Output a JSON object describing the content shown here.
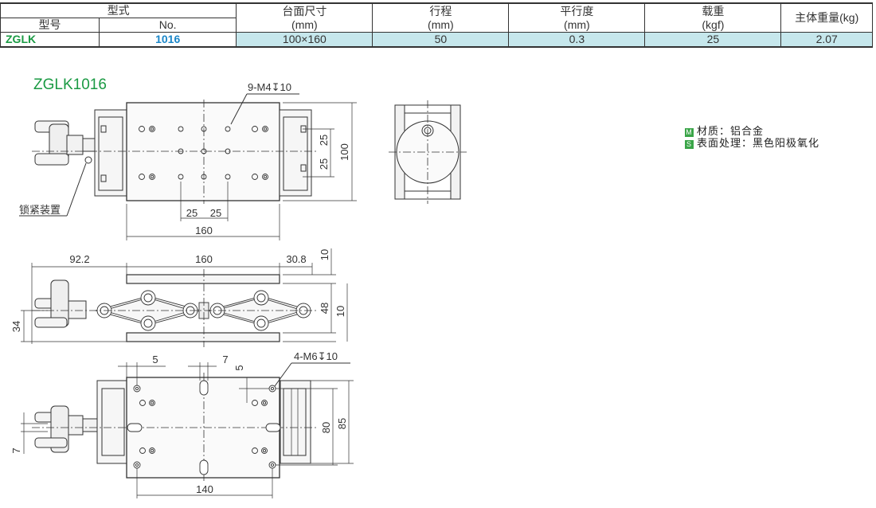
{
  "table": {
    "headers": {
      "type_group": "型式",
      "model": "型号",
      "no": "No.",
      "table_size": "台面尺寸",
      "table_size_unit": "(mm)",
      "stroke": "行程",
      "stroke_unit": "(mm)",
      "parallelism": "平行度",
      "parallelism_unit": "(mm)",
      "load": "载重",
      "load_unit": "(kgf)",
      "weight": "主体重量(kg)"
    },
    "row": {
      "model": "ZGLK",
      "no": "1016",
      "table_size": "100×160",
      "stroke": "50",
      "parallelism": "0.3",
      "load": "25",
      "weight": "2.07"
    }
  },
  "drawing": {
    "title": "ZGLK1016",
    "title_color": "#1a9a43",
    "labels": {
      "holes_top": "9-M4↧10",
      "holes_bottom": "4-M6↧10",
      "lock_device": "锁紧装置"
    },
    "dims": {
      "d100": "100",
      "d25a": "25",
      "d25b": "25",
      "d25c": "25",
      "d25d": "25",
      "d160_top": "160",
      "d92_2": "92.2",
      "d160_side": "160",
      "d30_8": "30.8",
      "d10a": "10",
      "d10b": "10",
      "d48": "48",
      "d34": "34",
      "d5a": "5",
      "d7a": "7",
      "d5b": "5",
      "d80": "80",
      "d85": "85",
      "d7b": "7",
      "d140": "140"
    }
  },
  "notes": {
    "material_tag": "M",
    "material": "材质：铝合金",
    "surface_tag": "S",
    "surface": "表面处理：黑色阳极氧化"
  }
}
